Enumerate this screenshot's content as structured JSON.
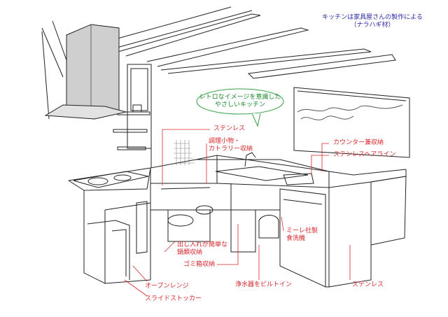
{
  "credit": {
    "line1": "キッチンは家具屋さんの製作による",
    "line2": "（ナラハギ材）"
  },
  "concept": {
    "line1": "レトロなイメージを意識した",
    "line2": "やさしいキッチン"
  },
  "labels": {
    "stainless_top": "ステンレス",
    "utensil_line1": "調理小物・",
    "utensil_line2": "カトラリー収納",
    "counter_table": "カウンター兼収納",
    "stainless_hairline": "ステンレスヘアライン",
    "miele_line1": "ミーレ社製",
    "miele_line2": "食洗機",
    "pot_line1": "出し入れが簡単な",
    "pot_line2": "鍋類収納",
    "trash": "ゴミ箱収納",
    "water_filter": "浄水器をビルトイン",
    "stainless_bottom": "ステンレス",
    "oven": "オーブンレンジ",
    "slide_stocker": "スライドストッカー"
  },
  "colors": {
    "annotation": "#d8262a",
    "credit": "#2a2aa8",
    "concept": "#1f8a2e",
    "hood": "#c8c8c8",
    "line": "#222222"
  }
}
